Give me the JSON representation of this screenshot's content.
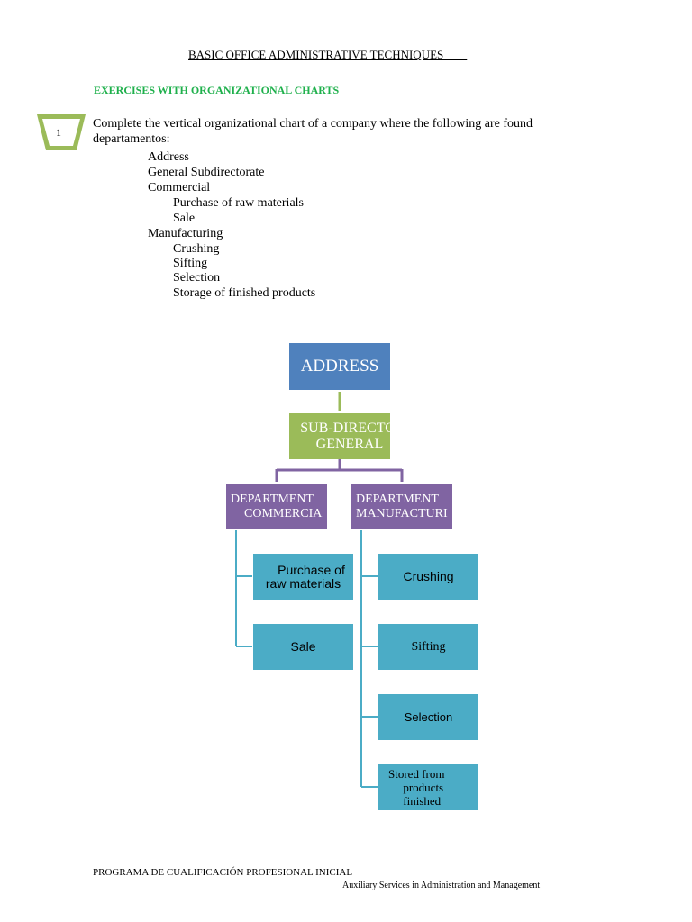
{
  "header": {
    "title": "BASIC OFFICE ADMINISTRATIVE TECHNIQUES        ",
    "section": "EXERCISES WITH ORGANIZATIONAL CHARTS"
  },
  "exercise": {
    "number": "1",
    "instruction_line1": "Complete the vertical organizational chart of a company where the following are found",
    "instruction_line2": "departamentos:",
    "bullet_glyph": "",
    "items": {
      "address": "Address",
      "subdirectorate": "General Subdirectorate",
      "commercial": "Commercial",
      "commercial_sub1": "Purchase of raw materials",
      "commercial_sub2": "Sale",
      "manufacturing": "Manufacturing",
      "manufacturing_sub1": "Crushing",
      "manufacturing_sub2": "Sifting",
      "manufacturing_sub3": "Selection",
      "manufacturing_sub4": "Storage of finished products"
    }
  },
  "org_chart": {
    "root": "ADDRESS",
    "sub_line1": "SUB-DIRECTO",
    "sub_line2": "GENERAL",
    "commercial_line1": "DEPARTMENT",
    "commercial_line2": "COMMERCIA",
    "manufacturing_line1": "DEPARTMENT",
    "manufacturing_line2": "MANUFACTURI",
    "commercial_children": {
      "purchase_line1": "Purchase of",
      "purchase_line2": "raw materials",
      "sale": "Sale"
    },
    "manufacturing_children": {
      "crushing": "Crushing",
      "sifting": "Sifting",
      "selection": "Selection",
      "stored_line1": "Stored from",
      "stored_line2": "products",
      "stored_line3": "finished"
    },
    "colors": {
      "root": "#4f81bd",
      "sub": "#9bbb59",
      "department": "#8064a2",
      "leaf": "#4bacc6"
    }
  },
  "footer": {
    "program": "PROGRAMA DE CUALIFICACIÓN PROFESIONAL INICIAL",
    "course": "Auxiliary Services in Administration and Management"
  }
}
